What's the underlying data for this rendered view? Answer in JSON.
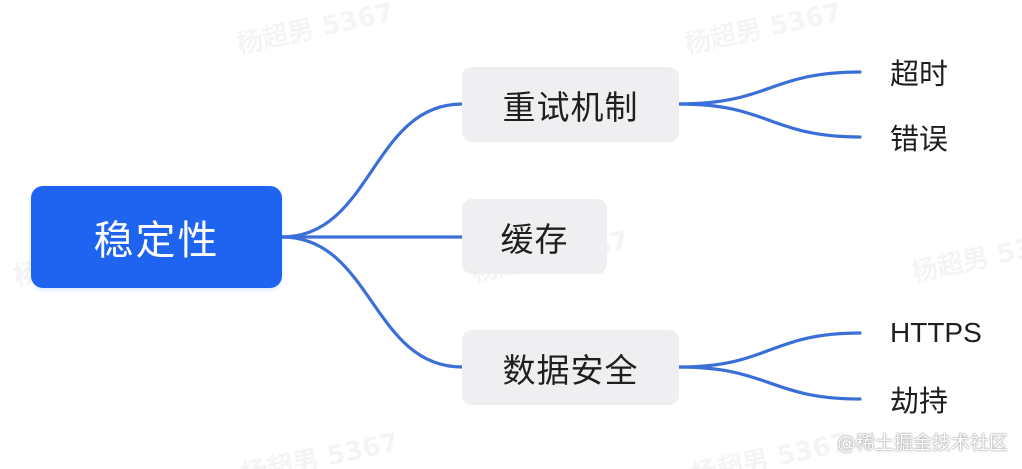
{
  "mindmap": {
    "root": {
      "label": "稳定性",
      "color": "#1e64f0"
    },
    "branches": [
      {
        "label": "重试机制",
        "children": [
          "超时",
          "错误"
        ]
      },
      {
        "label": "缓存",
        "children": []
      },
      {
        "label": "数据安全",
        "children": [
          "HTTPS",
          "劫持"
        ]
      }
    ],
    "connector_color": "#3b6fd8",
    "node_fill": "#efeff1"
  },
  "watermark": {
    "credit": "@稀土掘金技术社区",
    "faint_text": "杨超男 5367"
  }
}
